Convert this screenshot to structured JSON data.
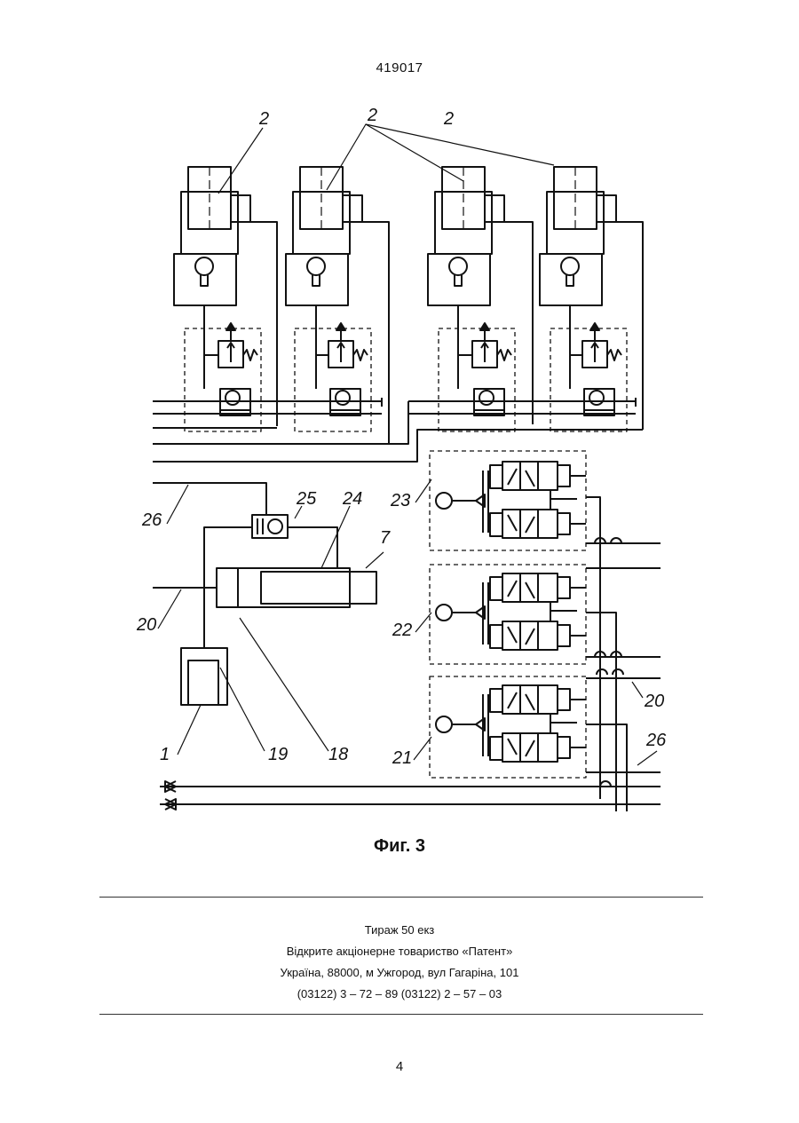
{
  "header": {
    "patent_number": "419017"
  },
  "figure": {
    "caption": "Фиг. 3",
    "labels": {
      "2": "2",
      "25": "25",
      "24": "24",
      "7": "7",
      "26": "26",
      "23": "23",
      "22": "22",
      "21": "21",
      "20": "20",
      "19": "19",
      "18": "18",
      "1": "1"
    }
  },
  "imprint": {
    "print_run": "Тираж 50 екз",
    "publisher": "Відкрите акціонерне товариство «Патент»",
    "address": "Україна, 88000, м  Ужгород, вул  Гагаріна, 101",
    "phones": "(03122) 3 – 72 – 89   (03122) 2 – 57 – 03"
  },
  "footer": {
    "page_number": "4"
  }
}
